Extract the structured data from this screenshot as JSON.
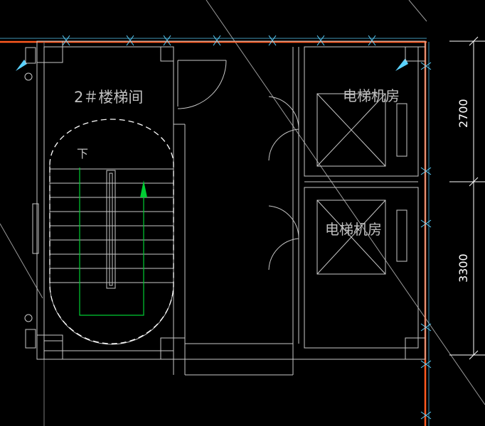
{
  "labels": {
    "stair_title": "2＃楼梯间",
    "stair_down": "下",
    "machine_room_1": "电梯机房",
    "machine_room_2": "电梯机房",
    "dim_1": "2700",
    "dim_2": "3300"
  },
  "colors": {
    "background": "#000000",
    "wall": "#c8c8c8",
    "axis": "#ff5a1f",
    "arrow": "#00cc33",
    "cross": "#5ad2ff",
    "dim": "#ffffff",
    "text": "#bfbfbf"
  }
}
